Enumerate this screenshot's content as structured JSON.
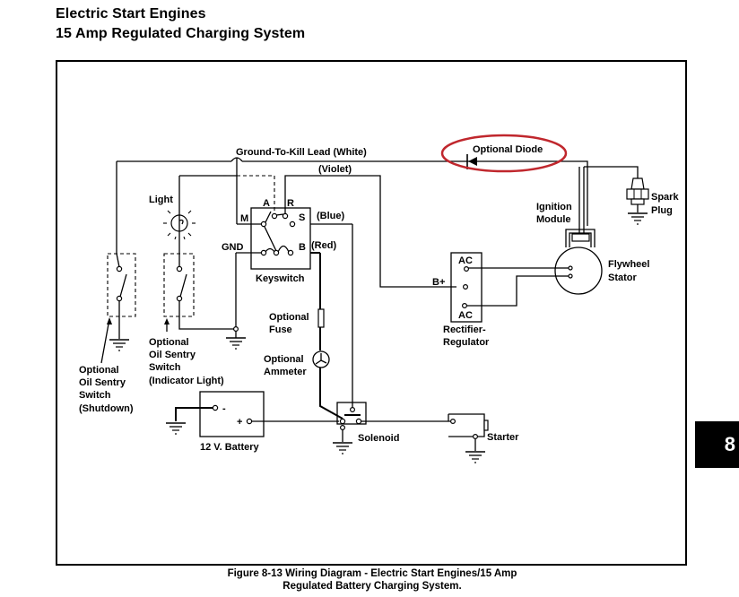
{
  "page": {
    "title_line1": "Electric Start Engines",
    "title_line2": "15 Amp Regulated Charging System",
    "section_tab": "8"
  },
  "caption": {
    "line1": "Figure 8-13  Wiring Diagram - Electric Start Engines/15 Amp",
    "line2": "Regulated Battery Charging System."
  },
  "diagram": {
    "wire_labels": {
      "ground_to_kill": "Ground-To-Kill Lead  (White)",
      "violet": "(Violet)",
      "blue": "(Blue)",
      "red": "(Red)",
      "b_plus": "B+"
    },
    "highlight": {
      "label": "Optional Diode",
      "color": "#c0272d"
    },
    "components": {
      "light": "Light",
      "keyswitch": "Keyswitch",
      "keyswitch_terminals": {
        "a": "A",
        "r": "R",
        "m": "M",
        "s": "S",
        "gnd": "GND",
        "b": "B"
      },
      "optional_fuse": [
        "Optional",
        "Fuse"
      ],
      "optional_ammeter": [
        "Optional",
        "Ammeter"
      ],
      "rectifier_regulator": [
        "Rectifier-",
        "Regulator"
      ],
      "rectifier_terminals": {
        "ac_top": "AC",
        "ac_bottom": "AC"
      },
      "ignition_module": [
        "Ignition",
        "Module"
      ],
      "spark_plug": [
        "Spark",
        "Plug"
      ],
      "flywheel_stator": [
        "Flywheel",
        "Stator"
      ],
      "oil_sentry_indicator": [
        "Optional",
        "Oil Sentry",
        "Switch",
        "(Indicator Light)"
      ],
      "oil_sentry_shutdown": [
        "Optional",
        "Oil Sentry",
        "Switch",
        "(Shutdown)"
      ],
      "battery": "12 V. Battery",
      "battery_terminals": {
        "neg": "-",
        "pos": "+"
      },
      "solenoid": "Solenoid",
      "starter": "Starter"
    }
  }
}
